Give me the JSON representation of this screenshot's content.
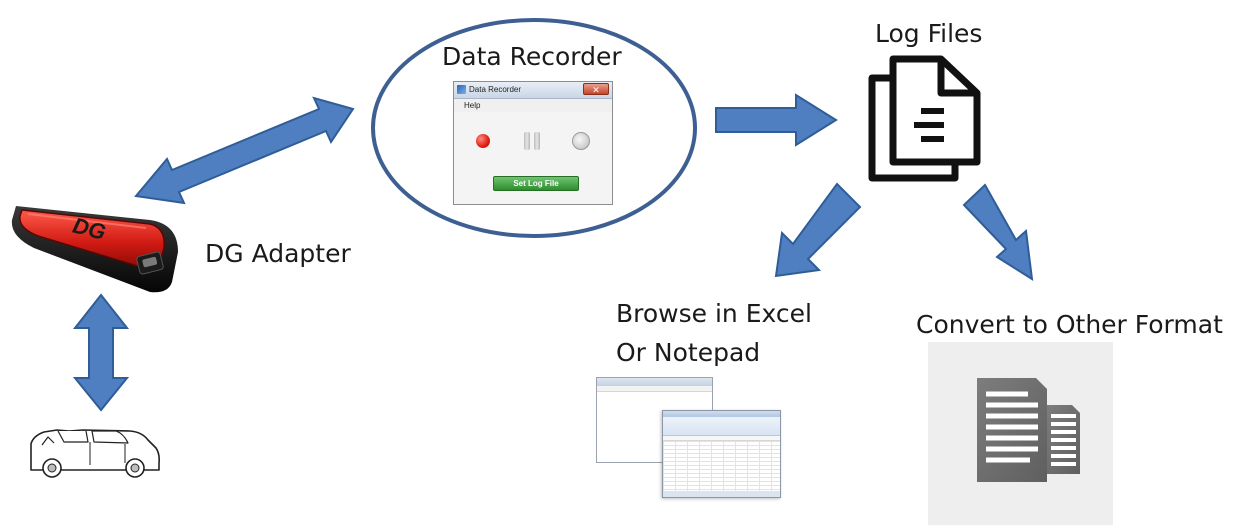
{
  "labels": {
    "data_recorder": "Data Recorder",
    "log_files": "Log Files",
    "dg_adapter": "DG Adapter",
    "browse_line1": "Browse in Excel",
    "browse_line2": "Or Notepad",
    "convert": "Convert to Other Format"
  },
  "adapter": {
    "badge": "DG"
  },
  "data_recorder_window": {
    "title": "Data Recorder",
    "close_glyph": "✕",
    "menu_help": "Help",
    "set_log_button": "Set Log File"
  },
  "colors": {
    "arrow_fill": "#4f7fc0",
    "arrow_stroke": "#2f5d97",
    "ellipse_stroke": "#3d5f91",
    "adapter_red": "#d11b14",
    "panel_bg": "#eeeeee"
  },
  "icons": {
    "log_files": "document-stack-icon",
    "convert": "documents-copy-icon",
    "car": "suv-car-icon",
    "adapter": "dg-adapter-device"
  }
}
